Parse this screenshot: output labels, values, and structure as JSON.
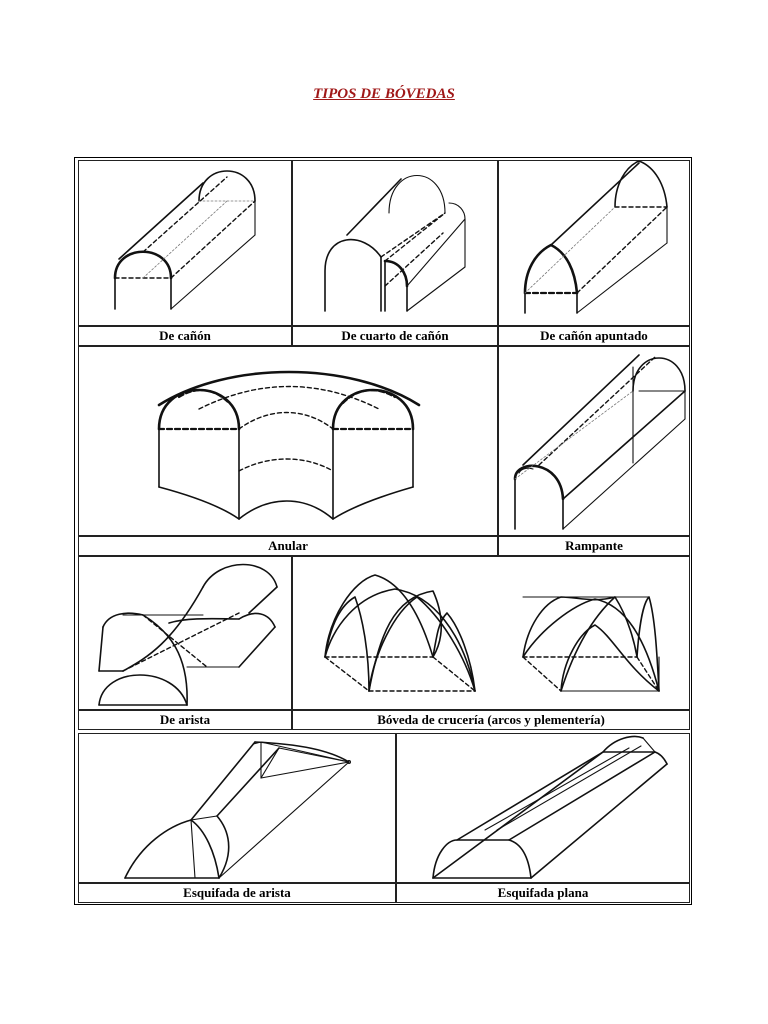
{
  "title": "TIPOS DE BÓVEDAS",
  "vaults": [
    {
      "id": "de-canon",
      "label": "De cañón"
    },
    {
      "id": "de-cuarto-de-canon",
      "label": "De cuarto de cañón"
    },
    {
      "id": "de-canon-apuntado",
      "label": "De cañón apuntado"
    },
    {
      "id": "anular",
      "label": "Anular"
    },
    {
      "id": "rampante",
      "label": "Rampante"
    },
    {
      "id": "de-arista",
      "label": "De arista"
    },
    {
      "id": "boveda-de-cruceria",
      "label": "Bóveda  de crucería (arcos y plementería)"
    },
    {
      "id": "esquifada-de-arista",
      "label": "Esquifada de arista"
    },
    {
      "id": "esquifada-plana",
      "label": "Esquifada plana"
    }
  ]
}
